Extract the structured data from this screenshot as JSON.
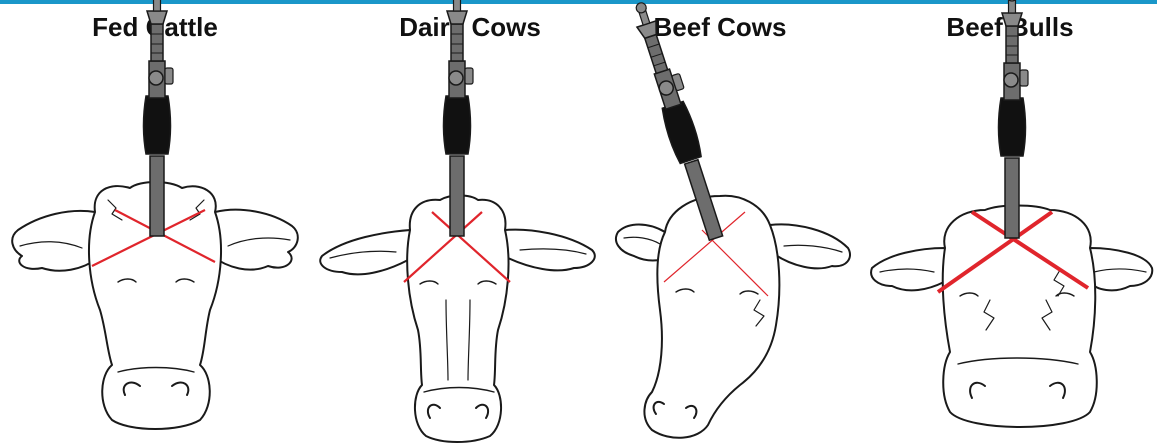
{
  "colors": {
    "top_rule": "#1a97c9",
    "outline": "#1a1a1a",
    "bolt_body": "#6d6d6d",
    "bolt_grip": "#111111",
    "landmark_line": "#e0252c"
  },
  "panels": [
    {
      "title": "Fed Cattle"
    },
    {
      "title": "Dairy Cows"
    },
    {
      "title": "Beef Cows"
    },
    {
      "title": "Beef Bulls"
    }
  ]
}
